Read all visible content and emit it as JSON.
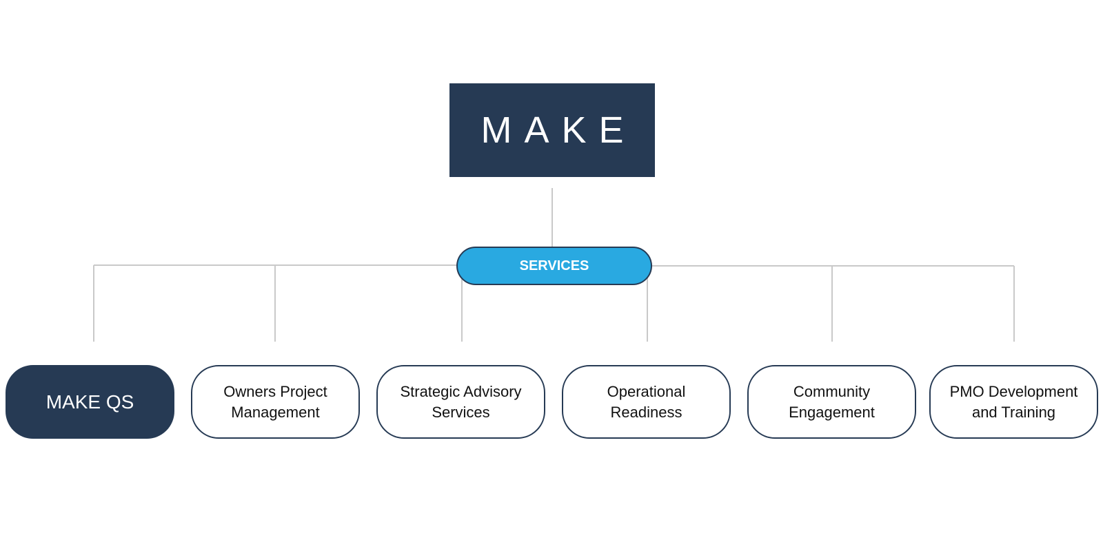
{
  "root": {
    "label": "MAKE"
  },
  "hub": {
    "label": "SERVICES"
  },
  "services": [
    {
      "label": "MAKE QS",
      "style": "filled"
    },
    {
      "label": "Owners Project Management",
      "style": "outline"
    },
    {
      "label": "Strategic Advisory Services",
      "style": "outline"
    },
    {
      "label": "Operational Readiness",
      "style": "outline"
    },
    {
      "label": "Community Engagement",
      "style": "outline"
    },
    {
      "label": "PMO Development and Training",
      "style": "outline"
    }
  ],
  "colors": {
    "navy": "#263a54",
    "accent_blue": "#29a9e1",
    "connector": "#c9c9c9",
    "background": "#ffffff"
  }
}
